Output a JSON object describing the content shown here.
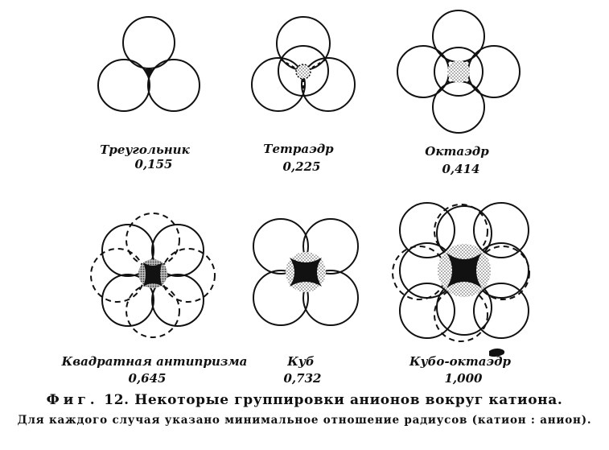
{
  "groupings": [
    {
      "name": "Треугольник",
      "ratio": "0,155"
    },
    {
      "name": "Тетраэдр",
      "ratio": "0,225"
    },
    {
      "name": "Октаэдр",
      "ratio": "0,414"
    },
    {
      "name": "Квадратная антипризма",
      "ratio": "0,645"
    },
    {
      "name": "Куб",
      "ratio": "0,732"
    },
    {
      "name": "Кубо-октаэдр",
      "ratio": "1,000"
    }
  ],
  "caption": {
    "label": "Фиг.",
    "number": "12.",
    "title": "Некоторые группировки анионов вокруг катиона.",
    "note": "Для каждого случая указано минимальное отношение радиусов (катион : анион)."
  }
}
